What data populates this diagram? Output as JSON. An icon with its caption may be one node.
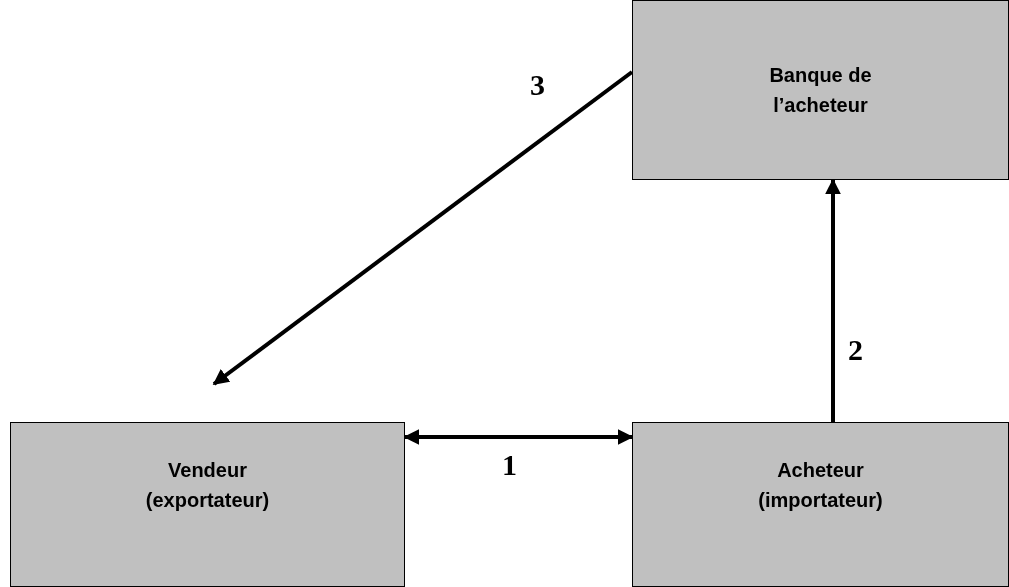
{
  "diagram": {
    "nodes": [
      {
        "text": [
          "Banque de l’acheteur"
        ]
      },
      {
        "text": [
          "Vendeur (exportateur)"
        ]
      },
      {
        "text": [
          "Acheteur (importateur)"
        ]
      }
    ],
    "edges": [
      {
        "from": 1,
        "to": 2,
        "arrow": "both",
        "label": "1"
      },
      {
        "from": 2,
        "to": 0,
        "arrow": "to",
        "label": "2"
      },
      {
        "from": 0,
        "to": 1,
        "arrow": "to",
        "label": "3"
      }
    ]
  }
}
